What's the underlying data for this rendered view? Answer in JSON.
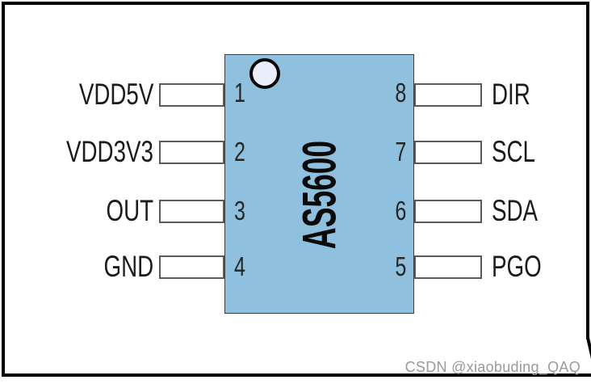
{
  "chip": {
    "label": "AS5600",
    "fill_color": "#8fc1de",
    "pin1_marker": "circle"
  },
  "pins": {
    "left": [
      {
        "number": "1",
        "label": "VDD5V"
      },
      {
        "number": "2",
        "label": "VDD3V3"
      },
      {
        "number": "3",
        "label": "OUT"
      },
      {
        "number": "4",
        "label": "GND"
      }
    ],
    "right": [
      {
        "number": "8",
        "label": "DIR"
      },
      {
        "number": "7",
        "label": "SCL"
      },
      {
        "number": "6",
        "label": "SDA"
      },
      {
        "number": "5",
        "label": "PGO"
      }
    ]
  },
  "frame": {
    "border_color": "#000000"
  },
  "watermark": {
    "text": "CSDN @xiaobuding_QAQ",
    "color": "#9a9a9a"
  }
}
